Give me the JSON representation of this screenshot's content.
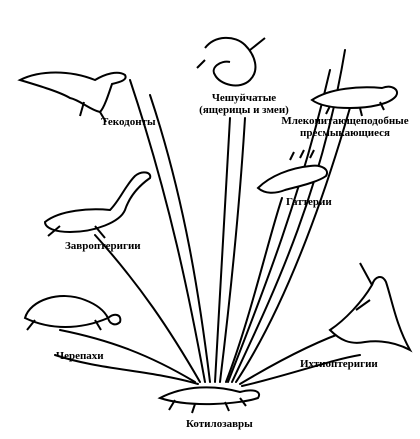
{
  "groups": [
    {
      "id": "cotylosaurs",
      "label": "Котилозавры"
    },
    {
      "id": "thecodonts",
      "label": "Текодонты"
    },
    {
      "id": "squamates",
      "label_line1": "Чешуйчатые",
      "label_line2": "(ящерицы и змеи)"
    },
    {
      "id": "synapsids",
      "label_line1": "Млекопитающеподобные",
      "label_line2": "пресмыкающиеся"
    },
    {
      "id": "tuatara",
      "label": "Гаттерии"
    },
    {
      "id": "sauropterygians",
      "label": "Завроптеригии"
    },
    {
      "id": "turtles",
      "label": "Черепахи"
    },
    {
      "id": "ichthyopterygians",
      "label": "Ихтиоптеригии"
    }
  ],
  "colors": {
    "ink": "#000000",
    "background": "#ffffff"
  }
}
